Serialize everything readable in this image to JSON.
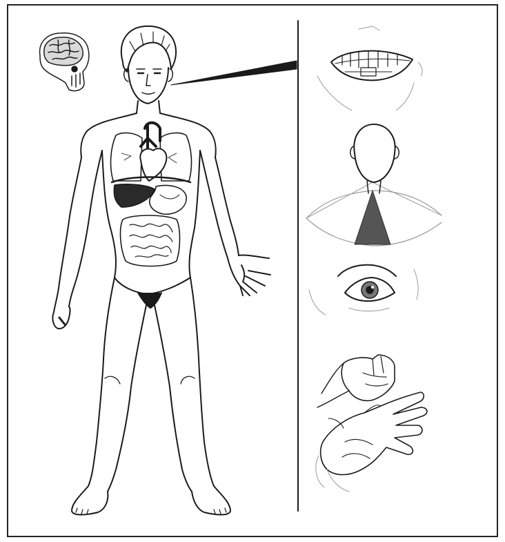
{
  "figure": {
    "panels": [
      "brain-skull",
      "body-anatomy",
      "mouth-teeth",
      "head-visual-field",
      "eye",
      "hand"
    ]
  },
  "colors": {
    "ink": "#1a1a1a",
    "background": "#ffffff",
    "shade": "#555555",
    "light": "#9a9a9a"
  }
}
